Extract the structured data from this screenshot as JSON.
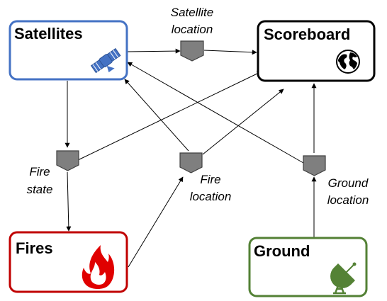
{
  "nodes": {
    "satellites": {
      "title": "Satellites",
      "border_color": "#4472C4",
      "icon": "satellite-icon"
    },
    "scoreboard": {
      "title": "Scoreboard",
      "border_color": "#000000",
      "icon": "globe-icon"
    },
    "fires": {
      "title": "Fires",
      "border_color": "#C00000",
      "icon": "fire-icon"
    },
    "ground": {
      "title": "Ground",
      "border_color": "#538135",
      "icon": "satellite-dish-icon"
    }
  },
  "labels": {
    "satellite_location": [
      "Satellite",
      "location"
    ],
    "fire_state": [
      "Fire",
      "state"
    ],
    "fire_location": [
      "Fire",
      "location"
    ],
    "ground_location": [
      "Ground",
      "location"
    ]
  },
  "colors": {
    "port_fill": "#7F7F7F",
    "satellite_blue": "#4472C4",
    "fire_red": "#E00000",
    "dish_green": "#548235"
  }
}
